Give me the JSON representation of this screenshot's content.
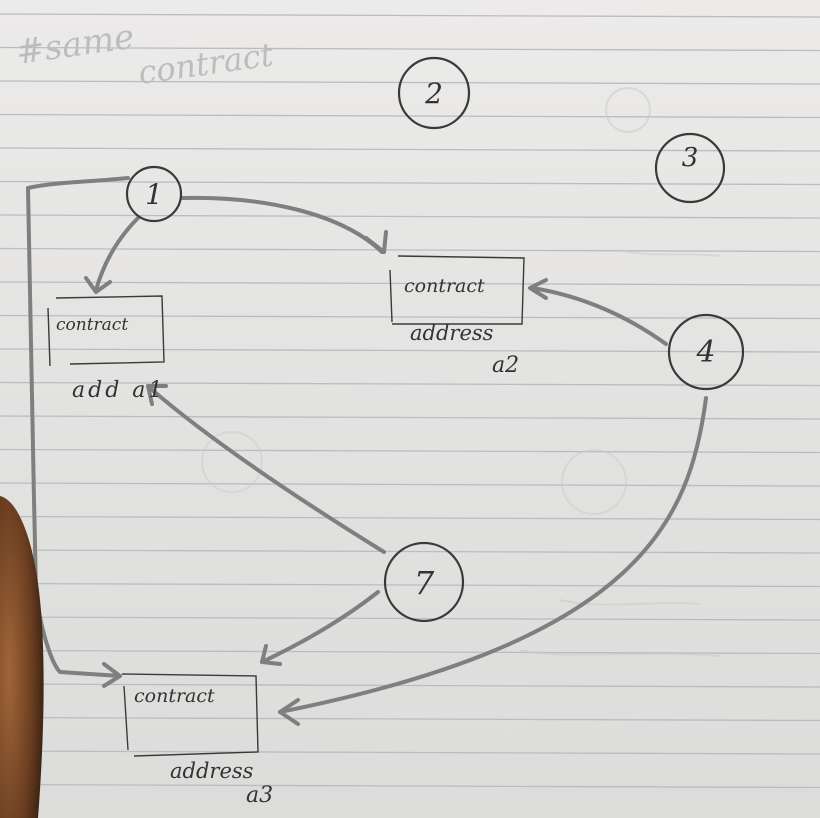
{
  "title": "#same contract",
  "title_line1": "#same",
  "title_line2": "contract",
  "nodes": [
    "1",
    "2",
    "3",
    "4",
    "7"
  ],
  "boxes": [
    {
      "label": "contract",
      "caption": "add a1"
    },
    {
      "label": "contract",
      "caption": "address",
      "caption2": "a2"
    },
    {
      "label": "contract",
      "caption": "address",
      "caption2": "a3"
    }
  ],
  "colors": {
    "paper": "#e6e6e4",
    "rule_line": "#b9bcc3",
    "ink": "#3a3a3a",
    "pencil": "#7f7f7f",
    "thumb": "#6b3e20"
  }
}
